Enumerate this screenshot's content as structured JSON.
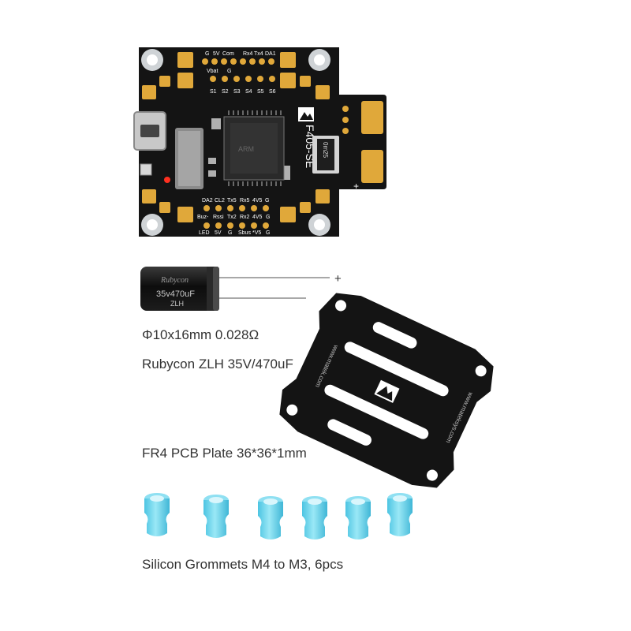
{
  "board": {
    "model_label": "F405-SE",
    "pads_top": [
      "DA1",
      "Tx4",
      "Rx4",
      "Com",
      "5V",
      "G",
      "Vbat",
      "G"
    ],
    "pads_top_row2": [
      "S1",
      "S2",
      "S3",
      "S4",
      "S5",
      "S6"
    ],
    "pads_bottom_row1": [
      "DA2",
      "CL2",
      "Tx5",
      "Rx5",
      "4V5",
      "G"
    ],
    "pads_bottom_row2": [
      "Buz-",
      "Rssi",
      "Tx2",
      "Rx2",
      "4V5",
      "G"
    ],
    "pads_bottom_row3": [
      "LED",
      "5V",
      "G",
      "Sbus",
      "*V5",
      "G"
    ],
    "chip_label": "ARM",
    "shunt_label": "0m25",
    "plus_marker": "+"
  },
  "capacitor": {
    "brand_text": "Rubycon",
    "rating_text": "35v470uF",
    "series_text": "ZLH",
    "plus_lead": "+",
    "minus_lead": "-",
    "spec_caption": "Φ10x16mm  0.028Ω",
    "name_caption": "Rubycon ZLH 35V/470uF"
  },
  "plate": {
    "url_text": "www.matek.com",
    "url_text_2": "www.mateksys.com",
    "caption": "FR4 PCB Plate 36*36*1mm"
  },
  "grommets": {
    "count": 6,
    "color": "#6fd8ee",
    "caption": "Silicon Grommets M4 to M3, 6pcs"
  },
  "colors": {
    "pcb": "#141414",
    "pad": "#e0a83a",
    "silkscreen": "#ffffff",
    "text": "#333333"
  }
}
